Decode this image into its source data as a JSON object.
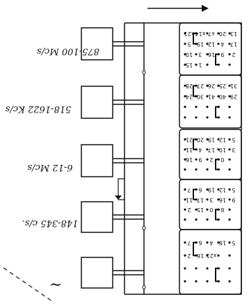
{
  "bands": [
    {
      "label": "875-100 Mc/s"
    },
    {
      "label": "518-1622 Kc/s"
    },
    {
      "label": "6-12 Mc/s"
    },
    {
      "label": "148-345 c/s."
    },
    {
      "label": "~"
    }
  ],
  "wafer_pins": [
    [
      "x21",
      "x14",
      "x7",
      "20",
      "13",
      "5",
      "19",
      "12",
      "4",
      "17",
      "10",
      "3",
      "16",
      "9",
      "2",
      "15",
      "1"
    ],
    [
      "28",
      "27",
      "26",
      "25",
      "31",
      "24",
      "30",
      "41",
      "40",
      "29"
    ],
    [
      "21",
      "20",
      "19",
      "12",
      "5",
      "11",
      "4",
      "17",
      "10",
      "3",
      "16",
      "9",
      "2",
      "0"
    ],
    [
      "7",
      "6",
      "19",
      "12",
      "5",
      "11",
      "17",
      "3",
      "16",
      "9",
      "2",
      "15",
      "0",
      "8"
    ],
    [
      "7",
      "6",
      "4",
      "18",
      "5",
      "2",
      "16",
      "x21"
    ]
  ],
  "colors": {
    "ink": "#111111",
    "paper": "#ffffff"
  }
}
